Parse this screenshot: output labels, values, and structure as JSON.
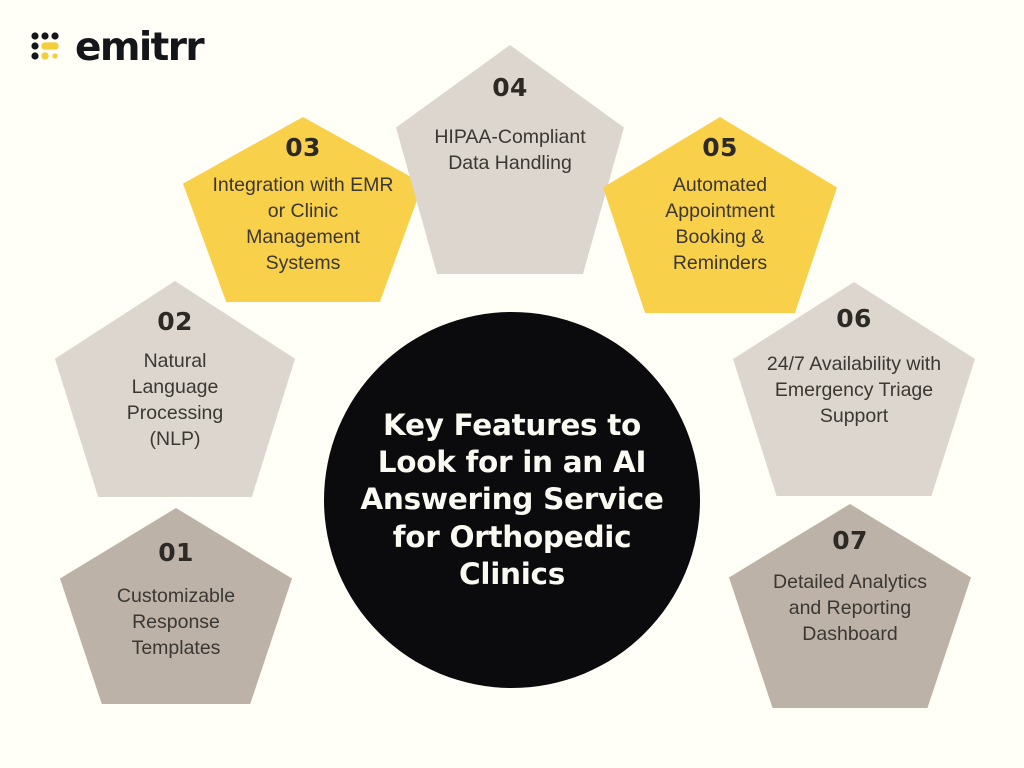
{
  "brand": {
    "name": "emitrr",
    "mark_icon": "emitrr-dot-grid-logo-icon"
  },
  "center": {
    "title": "Key Features to Look for in an AI Answering Service for Orthopedic Clinics"
  },
  "colors": {
    "background": "#FFFEF7",
    "center_circle": "#0B0B0D",
    "center_text": "#FAFAF2",
    "pentagon_dark": "#BCB2A8",
    "pentagon_light": "#DCD6CE",
    "pentagon_accent": "#F9D049",
    "number_text": "#2D2A26",
    "label_text": "#3B3732",
    "brand_black": "#15161A",
    "brand_yellow": "#F5CE3E"
  },
  "features": [
    {
      "number": "01",
      "label": "Customizable Response Templates",
      "color": "#BCB2A8"
    },
    {
      "number": "02",
      "label": "Natural Language Processing (NLP)",
      "color": "#DCD6CE"
    },
    {
      "number": "03",
      "label": "Integration with EMR or Clinic Management Systems",
      "color": "#F9D049"
    },
    {
      "number": "04",
      "label": "HIPAA-Compliant Data Handling",
      "color": "#DCD6CE"
    },
    {
      "number": "05",
      "label": "Automated Appointment Booking & Reminders",
      "color": "#F9D049"
    },
    {
      "number": "06",
      "label": "24/7 Availability with Emergency Triage Support",
      "color": "#DCD6CE"
    },
    {
      "number": "07",
      "label": "Detailed Analytics and Reporting Dashboard",
      "color": "#BCB2A8"
    }
  ]
}
